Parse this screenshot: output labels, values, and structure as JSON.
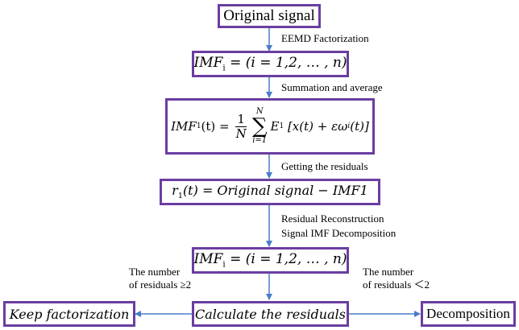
{
  "colors": {
    "box_border": "#6a3ea1",
    "arrow": "#4a7cc9",
    "text": "#000000"
  },
  "nodes": {
    "original_signal": "Original signal",
    "imf_i_top": {
      "lhs": "IMF",
      "lhs_sub": "i",
      "rhs": " = (i = 1,2, … , n)"
    },
    "imf_1": {
      "lhs": "IMF",
      "lhs_sub": "1",
      "lhs_arg": "(t) = ",
      "frac_num": "1",
      "frac_den": "N",
      "sum_upper": "N",
      "sum_lower": "i=1",
      "rhs": "E",
      "rhs_sub": "1",
      "rhs_tail": " [x(t) + εω",
      "rhs_tail_sub": "i",
      "rhs_end": "(t)]"
    },
    "residual": {
      "lhs": "r",
      "lhs_sub": "1",
      "rhs": "(t) = Original signal − IMF1"
    },
    "imf_i_bottom": {
      "lhs": "IMF",
      "lhs_sub": "i",
      "rhs": " = (i = 1,2, … , n)"
    },
    "keep_factorization": "Keep factorization",
    "calculate_residuals": "Calculate the residuals",
    "decomposition": "Decomposition"
  },
  "edge_labels": {
    "eemd": "EEMD Factorization",
    "summation": "Summation  and average",
    "getting_residuals": "Getting the residuals",
    "residual_reconstruction_1": "Residual Reconstruction",
    "residual_reconstruction_2": "Signal IMF Decomposition",
    "left_branch_1": "The number",
    "left_branch_2": "of residuals ≥2",
    "right_branch_1": "The number",
    "right_branch_2": "of residuals ＜2"
  }
}
